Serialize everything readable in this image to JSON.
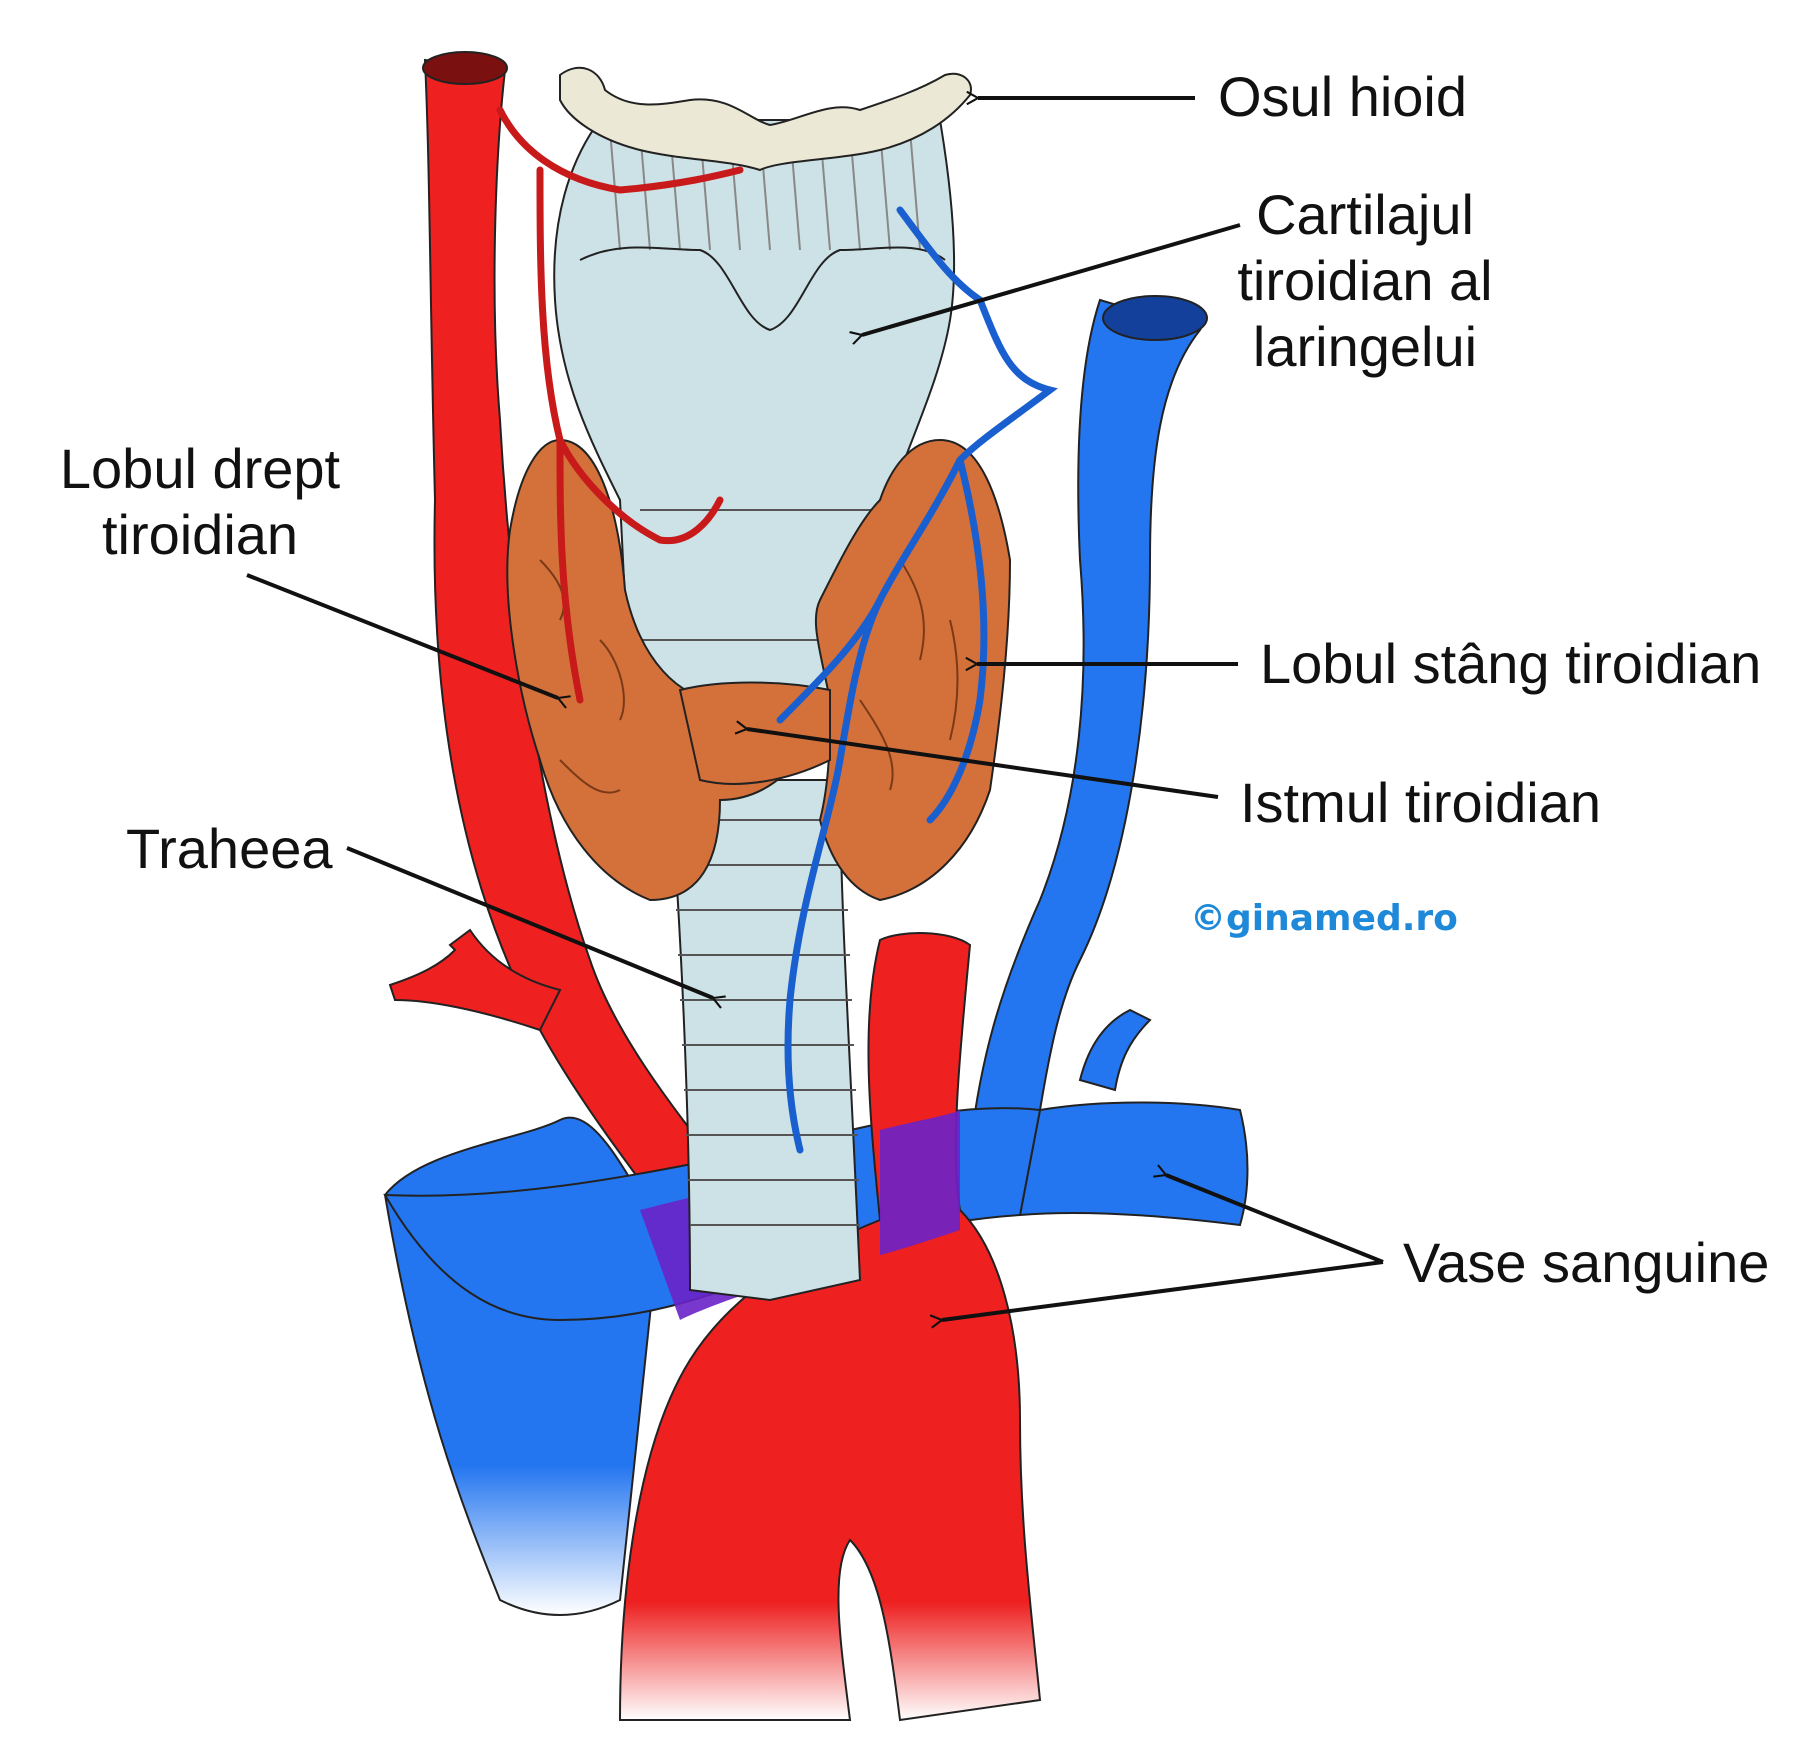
{
  "labels": {
    "hyoid": "Osul hioid",
    "thyroid_cartilage_1": "Cartilajul",
    "thyroid_cartilage_2": "tiroidian al",
    "thyroid_cartilage_3": "laringelui",
    "right_lobe_1": "Lobul drept",
    "right_lobe_2": "tiroidian",
    "left_lobe": "Lobul stâng tiroidian",
    "isthmus": "Istmul tiroidian",
    "trachea": "Traheea",
    "vessels": "Vase sanguine"
  },
  "watermark": "©ginamed.ro",
  "colors": {
    "artery": "#ee2020",
    "vein": "#2476f0",
    "thyroid": "#d4713a",
    "cartilage": "#cde2e6",
    "hyoid": "#ece8d6",
    "overlap": "#6a22c8",
    "watermark": "#1e88d9",
    "text": "#111111"
  }
}
